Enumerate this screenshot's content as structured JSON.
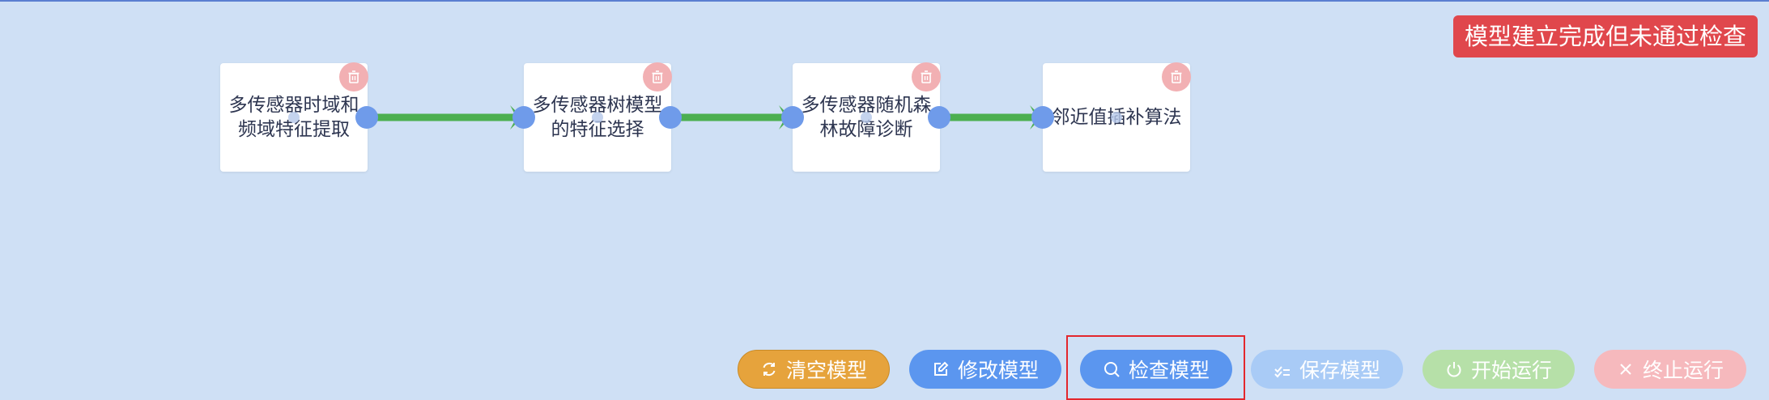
{
  "status": {
    "text": "模型建立完成但未通过检查",
    "color": "#e0474c"
  },
  "nodes": [
    {
      "id": "n1",
      "label": "多传感器时域和频域特征提取"
    },
    {
      "id": "n2",
      "label": "多传感器树模型的特征选择"
    },
    {
      "id": "n3",
      "label": "多传感器随机森林故障诊断"
    },
    {
      "id": "n4",
      "label": "邻近值插补算法"
    }
  ],
  "edge_color": "#4caf50",
  "toolbar": {
    "clear": {
      "label": "清空模型",
      "icon": "refresh-icon"
    },
    "edit": {
      "label": "修改模型",
      "icon": "edit-icon"
    },
    "check": {
      "label": "检查模型",
      "icon": "search-icon"
    },
    "save": {
      "label": "保存模型",
      "icon": "checklist-icon"
    },
    "start": {
      "label": "开始运行",
      "icon": "power-icon"
    },
    "stop": {
      "label": "终止运行",
      "icon": "close-icon"
    }
  }
}
